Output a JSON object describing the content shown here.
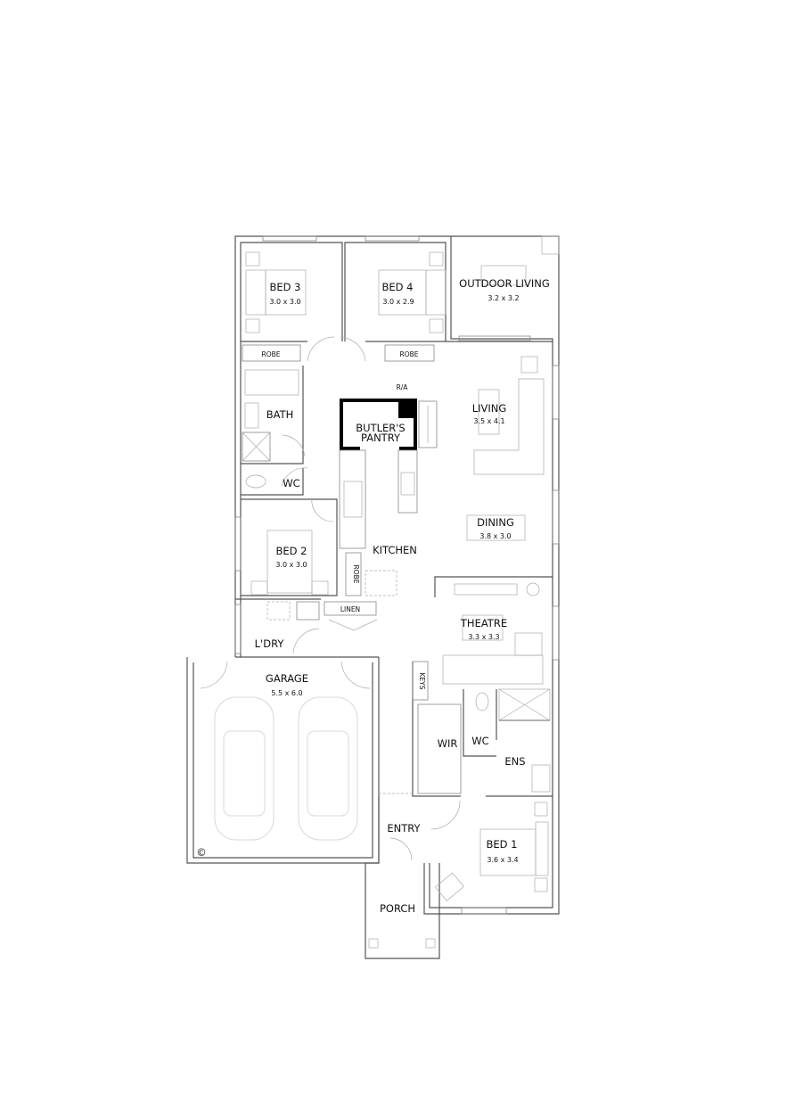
{
  "rooms": {
    "bed3": {
      "name": "BED 3",
      "size": "3.0 x 3.0"
    },
    "bed4": {
      "name": "BED 4",
      "size": "3.0 x 2.9"
    },
    "outdoor": {
      "name": "OUTDOOR LIVING",
      "size": "3.2 x 3.2"
    },
    "living": {
      "name": "LIVING",
      "size": "3.5 x 4.1"
    },
    "dining": {
      "name": "DINING",
      "size": "3.8 x 3.0"
    },
    "bed2": {
      "name": "BED 2",
      "size": "3.0 x 3.0"
    },
    "theatre": {
      "name": "THEATRE",
      "size": "3.3 x 3.3"
    },
    "garage": {
      "name": "GARAGE",
      "size": "5.5 x 6.0"
    },
    "bed1": {
      "name": "BED 1",
      "size": "3.6 x 3.4"
    },
    "bath": {
      "name": "BATH"
    },
    "wc": {
      "name": "WC"
    },
    "kitchen": {
      "name": "KITCHEN"
    },
    "pantry": {
      "name_line1": "BUTLER'S",
      "name_line2": "PANTRY"
    },
    "laundry": {
      "name": "L'DRY"
    },
    "wir": {
      "name": "WIR"
    },
    "ens_wc": {
      "name": "WC"
    },
    "ens": {
      "name": "ENS"
    },
    "entry": {
      "name": "ENTRY"
    },
    "porch": {
      "name": "PORCH"
    }
  },
  "fixtures": {
    "robe3": "ROBE",
    "robe4": "ROBE",
    "robe2": "ROBE",
    "linen": "LINEN",
    "keys": "KEYS",
    "ra": "R/A"
  },
  "copyright": "©"
}
